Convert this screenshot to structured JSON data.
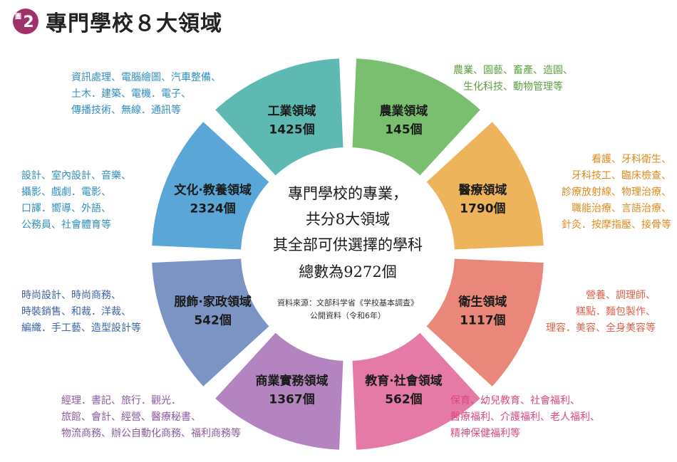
{
  "header": {
    "badge_label": "圖",
    "badge_number": "2",
    "title": "專門學校８大領域"
  },
  "center": {
    "lines": [
      "專門學校的專業，",
      "共分8大領域",
      "其全部可供選擇的學科",
      "總數為9272個"
    ],
    "source_lines": [
      "資料來源：文部科学省《学校基本調査》",
      "公開資料（令和6年）"
    ]
  },
  "sectors": [
    {
      "name": "工業領域",
      "count": "1425個",
      "color": "#5fb9b3",
      "desc": [
        "資訊處理、電腦繪圖、汽車整備、",
        "土木．建築、電機．電子、",
        "傳播技術、無線．通訊等"
      ],
      "desc_color": "#2f8fbf"
    },
    {
      "name": "農業領域",
      "count": "145個",
      "color": "#79bf6f",
      "desc": [
        "農業、園藝、畜產、造園、",
        "生化科技、動物管理等"
      ],
      "desc_color": "#5aa23f"
    },
    {
      "name": "醫療領域",
      "count": "1790個",
      "color": "#edb45c",
      "desc": [
        "看護、牙科衛生、",
        "牙科技工、臨床檢查、",
        "診療放射線、物理治療、",
        "職能治療、言語治療、",
        "針灸．按摩指壓、接骨等"
      ],
      "desc_color": "#e08a1e"
    },
    {
      "name": "衛生領域",
      "count": "1117個",
      "color": "#e9887a",
      "desc": [
        "營養、調理師、",
        "糕點．麵包製作、",
        "理容．美容、全身美容等"
      ],
      "desc_color": "#e0604a"
    },
    {
      "name": "教育·社會領域",
      "count": "562個",
      "color": "#e67aa6",
      "desc": [
        "保育、幼兒教育、社會福利、",
        "醫療福利、介護福利、老人福利、",
        "精神保健福利等"
      ],
      "desc_color": "#d9487f"
    },
    {
      "name": "商業實務領域",
      "count": "1367個",
      "color": "#b384bf",
      "desc": [
        "經理．書記、旅行．觀光．",
        "旅館、會計、經營、醫療秘書、",
        "物流商務、辦公自動化商務、福利商務等"
      ],
      "desc_color": "#8a5a9e"
    },
    {
      "name": "服飾·家政領域",
      "count": "542個",
      "color": "#7b94c3",
      "desc": [
        "時尚設計、時尚商務、",
        "時裝銷售、和裁．洋裁、",
        "編織．手工藝、造型設計等"
      ],
      "desc_color": "#3d63a6"
    },
    {
      "name": "文化·教養領域",
      "count": "2324個",
      "color": "#5aa6d6",
      "desc": [
        "設計、室內設計、音樂、",
        "攝影、戲劇．電影、",
        "口譯．嚮導、外語、",
        "公務員、社會體育等"
      ],
      "desc_color": "#2f8fbf"
    }
  ]
}
